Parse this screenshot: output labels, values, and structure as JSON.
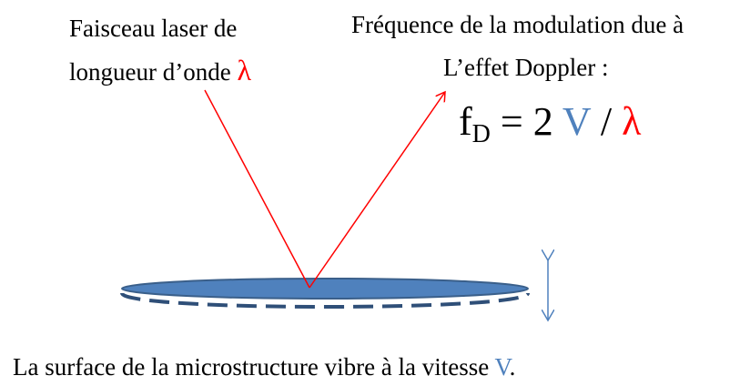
{
  "laser_label": {
    "line1": "Faisceau laser de",
    "line2": "longueur d’onde",
    "symbol": "λ"
  },
  "doppler_label": {
    "line1": "Fréquence de la modulation due à",
    "line2": "L’effet Doppler :"
  },
  "formula": {
    "f": "f",
    "subscript": "D",
    "equals_two": " = 2 ",
    "velocity": "V",
    "slash": " / ",
    "wavelength": "λ"
  },
  "caption": {
    "text": "La surface de la microstructure vibre à la vitesse ",
    "velocity": "V",
    "end": "."
  },
  "colors": {
    "laser_red": "#ff0000",
    "velocity_blue": "#4f81bd",
    "disk_fill": "#4f81bd",
    "disk_outline": "#3a5f8a",
    "dashed_outline": "#2f4f78",
    "arrow_blue": "#4f81bd"
  }
}
